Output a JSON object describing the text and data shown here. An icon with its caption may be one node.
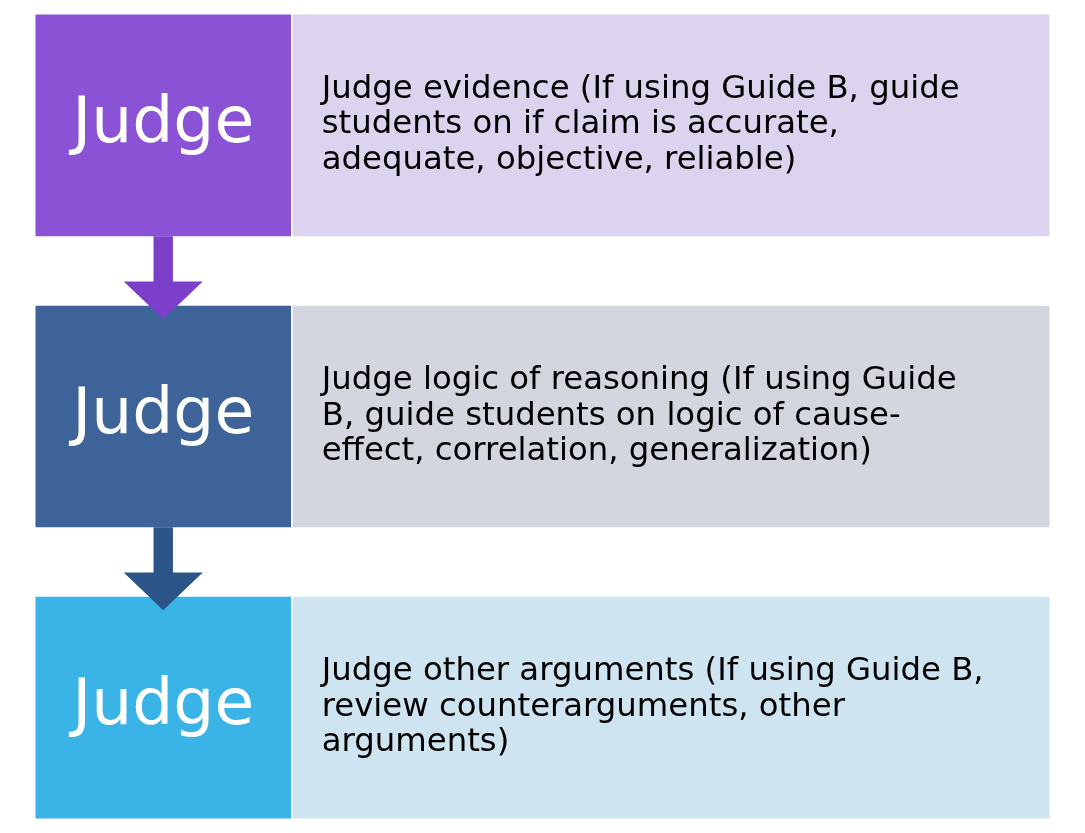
{
  "diagram": {
    "nodes": [
      {
        "text": [
          "Judge"
        ]
      },
      {
        "text": [
          "Judge evidence (If using Guide B, guide students on if claim is accurate, adequate, objective, reliable)"
        ]
      },
      {
        "text": [
          "Judge"
        ]
      },
      {
        "text": [
          "Judge logic of reasoning (If using Guide B, guide students on logic of cause-effect, correlation, generalization)"
        ]
      },
      {
        "text": [
          "Judge"
        ]
      },
      {
        "text": [
          "Judge other arguments (If using Guide B, review counterarguments, other arguments)"
        ]
      }
    ],
    "edges": [
      {
        "from": 0,
        "to": 2,
        "arrow": "to",
        "color": "#7b3fc9"
      },
      {
        "from": 2,
        "to": 4,
        "arrow": "to",
        "color": "#2b5489"
      }
    ]
  }
}
